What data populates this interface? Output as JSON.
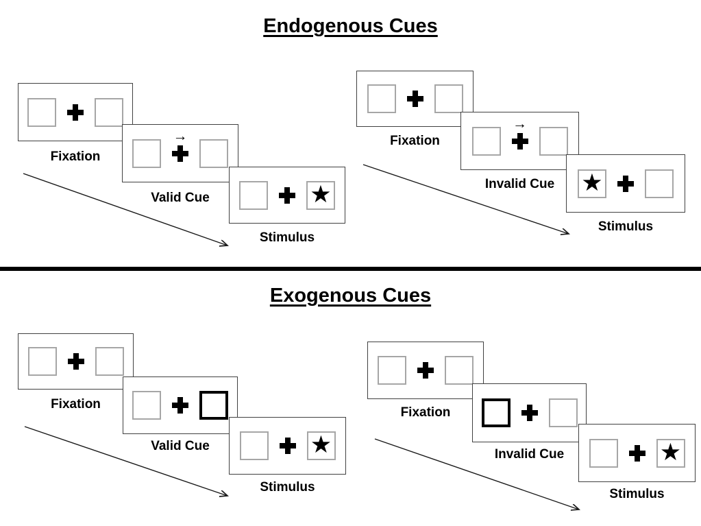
{
  "colors": {
    "text": "#000000",
    "panel_border": "#404040",
    "box_border_gray": "#a6a6a6",
    "box_border_bold": "#000000",
    "divider": "#000000"
  },
  "icons": {
    "fixation_cross": "fixation-cross",
    "cue_arrow_glyph": "→",
    "star_glyph": "★",
    "timeline_arrow": "diagonal-arrow"
  },
  "sections": [
    {
      "title": "Endogenous Cues",
      "sequences": [
        {
          "name": "valid",
          "panels": [
            {
              "label": "Fixation",
              "arrow": "",
              "left": "",
              "right": "",
              "left_style": "plain",
              "right_style": "plain"
            },
            {
              "label": "Valid Cue",
              "arrow": "→",
              "left": "",
              "right": "",
              "left_style": "plain",
              "right_style": "plain"
            },
            {
              "label": "Stimulus",
              "arrow": "",
              "left": "",
              "right": "★",
              "left_style": "plain",
              "right_style": "plain"
            }
          ]
        },
        {
          "name": "invalid",
          "panels": [
            {
              "label": "Fixation",
              "arrow": "",
              "left": "",
              "right": "",
              "left_style": "plain",
              "right_style": "plain"
            },
            {
              "label": "Invalid Cue",
              "arrow": "→",
              "left": "",
              "right": "",
              "left_style": "plain",
              "right_style": "plain"
            },
            {
              "label": "Stimulus",
              "arrow": "",
              "left": "★",
              "right": "",
              "left_style": "plain",
              "right_style": "plain"
            }
          ]
        }
      ]
    },
    {
      "title": "Exogenous Cues",
      "sequences": [
        {
          "name": "valid",
          "panels": [
            {
              "label": "Fixation",
              "arrow": "",
              "left": "",
              "right": "",
              "left_style": "plain",
              "right_style": "plain"
            },
            {
              "label": "Valid Cue",
              "arrow": "",
              "left": "",
              "right": "",
              "left_style": "plain",
              "right_style": "bold"
            },
            {
              "label": "Stimulus",
              "arrow": "",
              "left": "",
              "right": "★",
              "left_style": "plain",
              "right_style": "plain"
            }
          ]
        },
        {
          "name": "invalid",
          "panels": [
            {
              "label": "Fixation",
              "arrow": "",
              "left": "",
              "right": "",
              "left_style": "plain",
              "right_style": "plain"
            },
            {
              "label": "Invalid Cue",
              "arrow": "",
              "left": "",
              "right": "",
              "left_style": "bold",
              "right_style": "plain"
            },
            {
              "label": "Stimulus",
              "arrow": "",
              "left": "",
              "right": "★",
              "left_style": "plain",
              "right_style": "plain"
            }
          ]
        }
      ]
    }
  ]
}
